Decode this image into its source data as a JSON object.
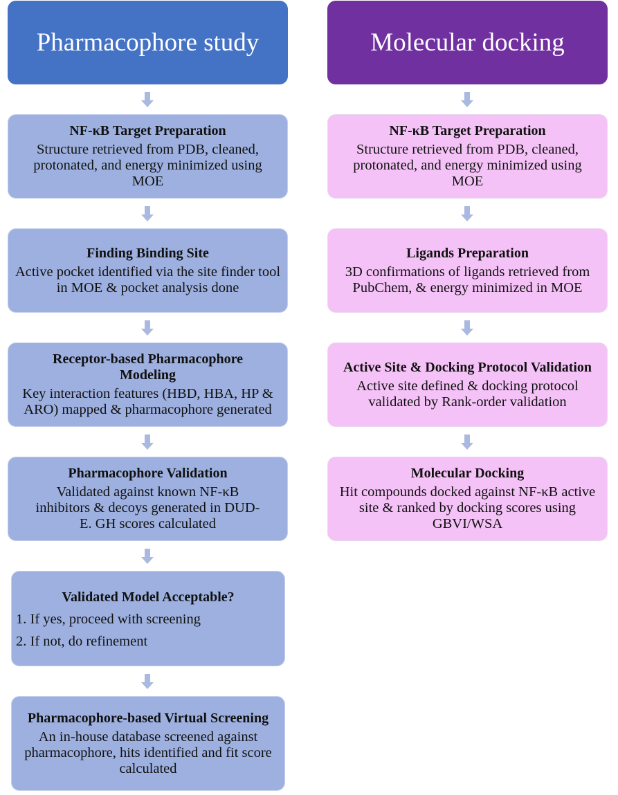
{
  "columns": [
    {
      "header": "Pharmacophore study",
      "steps": [
        {
          "title": "NF-κB Target Preparation",
          "description": "Structure retrieved from PDB, cleaned, protonated, and energy minimized using MOE"
        },
        {
          "title": "Finding Binding Site",
          "description": "Active pocket identified via the site finder tool in MOE & pocket analysis done"
        },
        {
          "title": "Receptor-based Pharmacophore Modeling",
          "description": "Key interaction features (HBD, HBA, HP & ARO) mapped & pharmacophore generated"
        },
        {
          "title": "Pharmacophore Validation",
          "description": "Validated against known NF-κB inhibitors & decoys generated in DUD-E.  GH scores calculated"
        },
        {
          "title": "Validated Model Acceptable?",
          "items": [
            "1. If yes, proceed with screening",
            "2. If not, do refinement"
          ]
        },
        {
          "title": "Pharmacophore-based Virtual Screening",
          "description": "An in-house database screened against pharmacophore, hits identified and fit score calculated"
        }
      ]
    },
    {
      "header": "Molecular docking",
      "steps": [
        {
          "title": "NF-κB Target Preparation",
          "description": "Structure retrieved from PDB, cleaned, protonated, and energy minimized using MOE"
        },
        {
          "title": "Ligands Preparation",
          "description": "3D confirmations of ligands retrieved from PubChem, &  energy minimized in MOE"
        },
        {
          "title": "Active Site & Docking Protocol Validation",
          "description": "Active site defined & docking protocol validated by Rank-order validation"
        },
        {
          "title": "Molecular Docking",
          "description": "Hit compounds docked against NF-κB active site & ranked by docking scores using GBVI/WSA"
        }
      ]
    }
  ],
  "colors": {
    "header_left": "#4472c4",
    "header_right": "#7030a0",
    "step_left": "#9db0df",
    "step_right": "#f5c2f7",
    "arrow": "#aab9e0"
  }
}
